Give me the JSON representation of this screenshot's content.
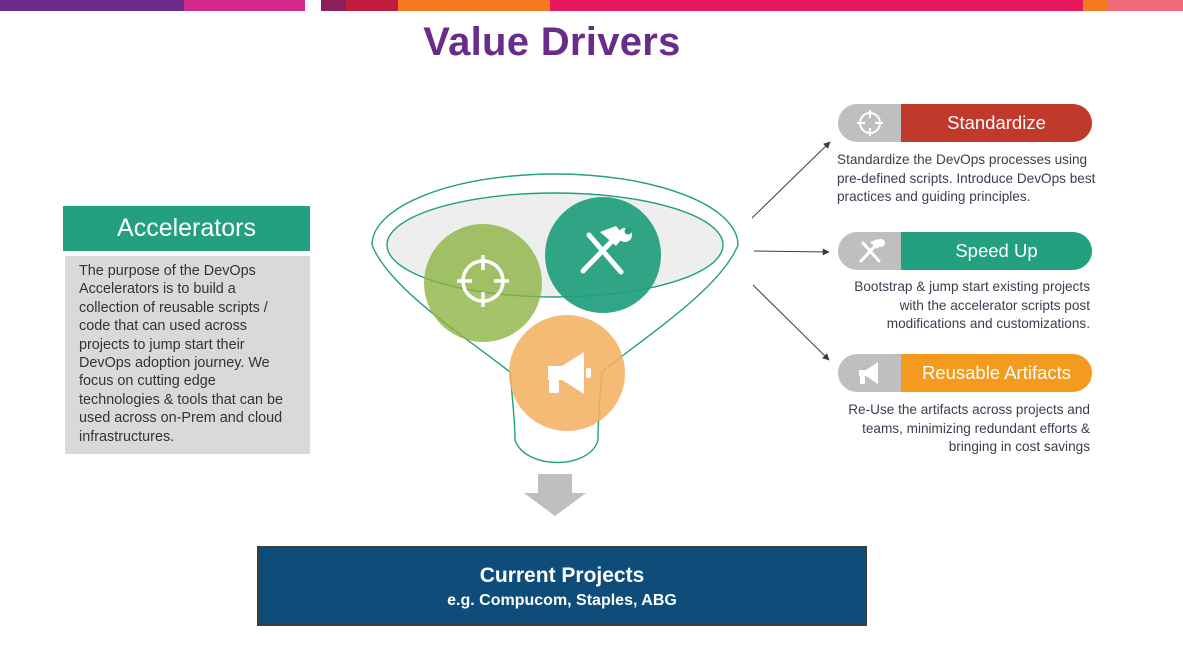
{
  "title": "Value Drivers",
  "accelerators": {
    "heading": "Accelerators",
    "body": "The purpose of the DevOps Accelerators is to build a collection of reusable scripts / code that can used across projects to jump start their DevOps adoption journey. We focus on cutting edge technologies & tools that can be used across on-Prem and cloud infrastructures."
  },
  "funnel_icons": [
    {
      "name": "crosshair-icon",
      "color": "#8cb33f"
    },
    {
      "name": "hammer-wrench-icon",
      "color": "#1f9e7d"
    },
    {
      "name": "megaphone-icon",
      "color": "#f4b062"
    }
  ],
  "drivers": [
    {
      "label": "Standardize",
      "icon": "crosshair-icon",
      "color": "#c0392b",
      "description": [
        "Standardize the DevOps processes using",
        "pre-defined scripts. Introduce DevOps best",
        "practices and guiding principles."
      ]
    },
    {
      "label": "Speed Up",
      "icon": "hammer-wrench-icon",
      "color": "#22a07f",
      "description": [
        "Bootstrap & jump start existing projects",
        "with the accelerator scripts post",
        "modifications and customizations."
      ]
    },
    {
      "label": "Reusable Artifacts",
      "icon": "megaphone-icon",
      "color": "#f39a1f",
      "description": [
        "Re-Use the artifacts across projects and",
        "teams, minimizing redundant efforts &",
        "bringing in cost savings"
      ]
    }
  ],
  "current_projects": {
    "title": "Current Projects",
    "subtitle": "e.g. Compucom, Staples, ABG"
  },
  "colors": {
    "title": "#6a2c8a",
    "accent_green": "#22a07f",
    "projects_bg": "#0e4c7a",
    "top_bar": [
      "#6a2c8a",
      "#d42a8c",
      "#c01c3c",
      "#f47920",
      "#e8175d",
      "#f47920",
      "#f06a7a"
    ]
  }
}
